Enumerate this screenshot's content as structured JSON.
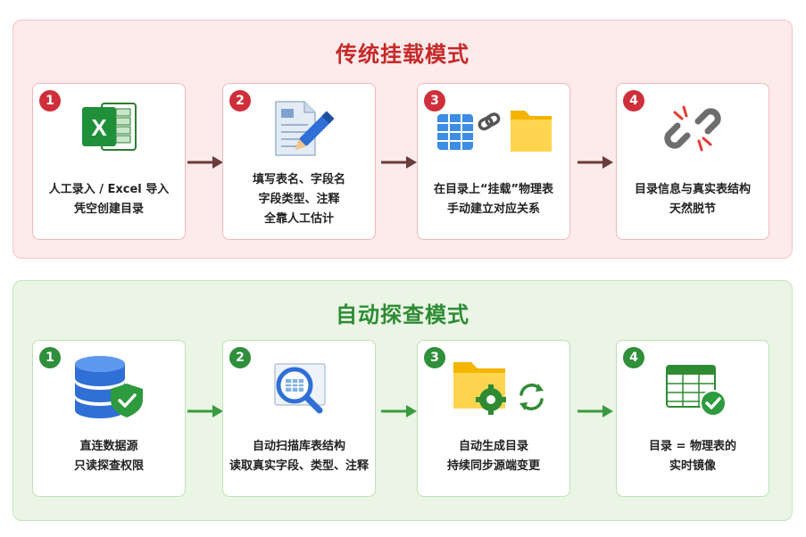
{
  "traditional": {
    "title": "传统挂载模式",
    "steps": [
      {
        "num": "1",
        "lines": [
          "人工录入 / Excel 导入",
          "凭空创建目录"
        ]
      },
      {
        "num": "2",
        "lines": [
          "填写表名、字段名",
          "字段类型、注释",
          "全靠人工估计"
        ]
      },
      {
        "num": "3",
        "lines": [
          "在目录上“挂载”物理表",
          "手动建立对应关系"
        ]
      },
      {
        "num": "4",
        "lines": [
          "目录信息与真实表结构",
          "天然脱节"
        ]
      }
    ]
  },
  "auto": {
    "title": "自动探查模式",
    "steps": [
      {
        "num": "1",
        "lines": [
          "直连数据源",
          "只读探查权限"
        ]
      },
      {
        "num": "2",
        "lines": [
          "自动扫描库表结构",
          "读取真实字段、类型、注释"
        ]
      },
      {
        "num": "3",
        "lines": [
          "自动生成目录",
          "持续同步源端变更"
        ]
      },
      {
        "num": "4",
        "lines": [
          "目录 = 物理表的",
          "实时镜像"
        ]
      }
    ]
  },
  "excel_icon_letter": "X",
  "icons": {
    "traditional": [
      "excel-icon",
      "document-pencil-icon",
      "table-link-folder-icon",
      "broken-link-icon"
    ],
    "auto": [
      "database-shield-icon",
      "scan-magnifier-icon",
      "folder-gear-sync-icon",
      "table-check-icon"
    ]
  },
  "colors": {
    "red_title": "#c62828",
    "red_badge": "#cf2f3a",
    "red_bg": "#fdeaea",
    "green_title": "#2e8b33",
    "green_badge": "#2f8f3a",
    "green_bg": "#eaf5e6",
    "arrow_dark": "#6b3a3a",
    "arrow_green": "#3a9a40"
  }
}
